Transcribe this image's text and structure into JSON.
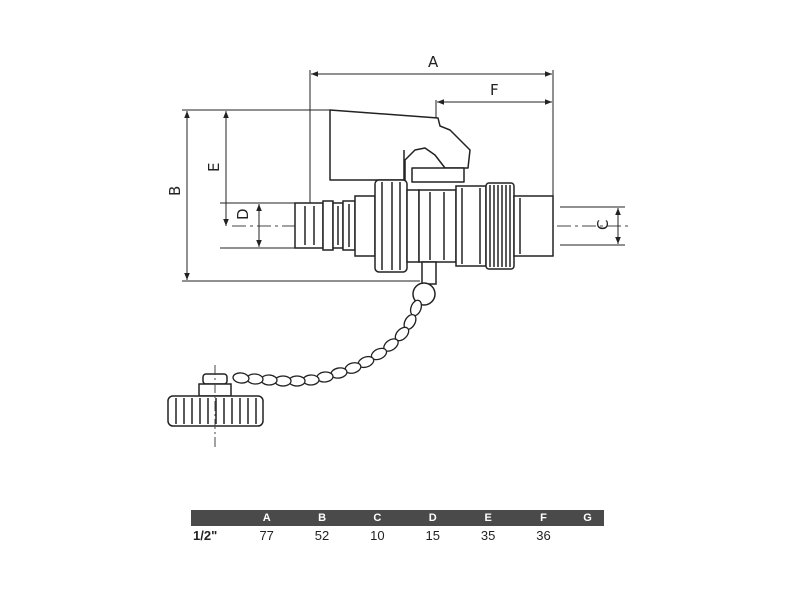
{
  "dimension_labels": {
    "A": "A",
    "B": "B",
    "C": "C",
    "D": "D",
    "E": "E",
    "F": "F"
  },
  "spec_table": {
    "header": {
      "size": "",
      "A": "A",
      "B": "B",
      "C": "C",
      "D": "D",
      "E": "E",
      "F": "F",
      "G": "G"
    },
    "row": {
      "size": "1/2\"",
      "A": "77",
      "B": "52",
      "C": "10",
      "D": "15",
      "E": "35",
      "F": "36",
      "G": ""
    }
  },
  "colors": {
    "line": "#222222",
    "table_header": "#4a4a4a"
  },
  "icons": [
    "ball-valve-drawing",
    "dust-cap",
    "retaining-chain"
  ]
}
